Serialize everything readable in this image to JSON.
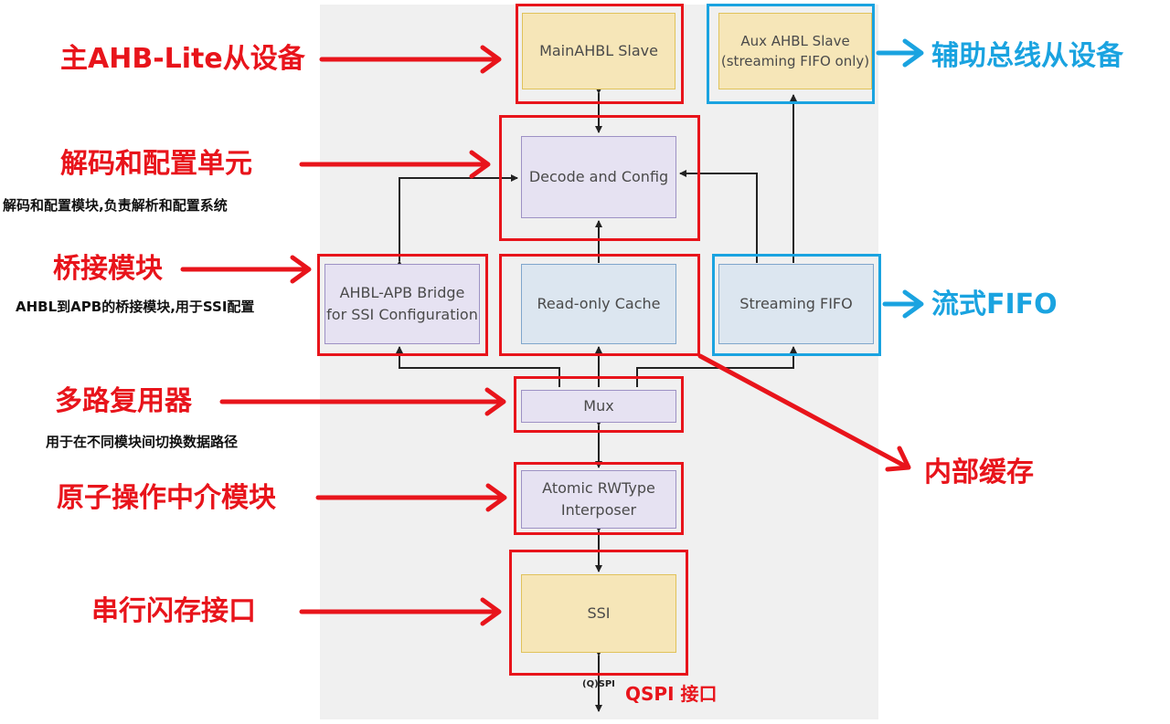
{
  "blocks": {
    "main_slave": "MainAHBL Slave",
    "aux_slave": "Aux AHBL Slave\n(streaming FIFO only)",
    "decode": "Decode and Config",
    "bridge": "AHBL-APB Bridge\nfor SSI Configuration",
    "cache": "Read-only Cache",
    "fifo": "Streaming FIFO",
    "mux": "Mux",
    "atomic": "Atomic RWType\nInterposer",
    "ssi": "SSI",
    "qspi_pin": "(Q)SPI"
  },
  "annotations": {
    "main_slave": "主AHB-Lite从设备",
    "aux_slave": "辅助总线从设备",
    "decode": "解码和配置单元",
    "decode_desc": "解码和配置模块,负责解析和配置系统",
    "bridge": "桥接模块",
    "bridge_desc": "AHBL到APB的桥接模块,用于SSI配置",
    "fifo": "流式FIFO",
    "mux": "多路复用器",
    "mux_desc": "用于在不同模块间切换数据路径",
    "cache": "内部缓存",
    "atomic": "原子操作中介模块",
    "ssi": "串行闪存接口",
    "qspi": "QSPI 接口"
  },
  "colors": {
    "annotation_red": "#e8141b",
    "annotation_blue": "#1aa3e0",
    "block_yellow": "#f6e6b8",
    "block_purple": "#e6e2f2",
    "block_blue": "#dce6f0",
    "panel_gray": "#f0f0f0"
  }
}
